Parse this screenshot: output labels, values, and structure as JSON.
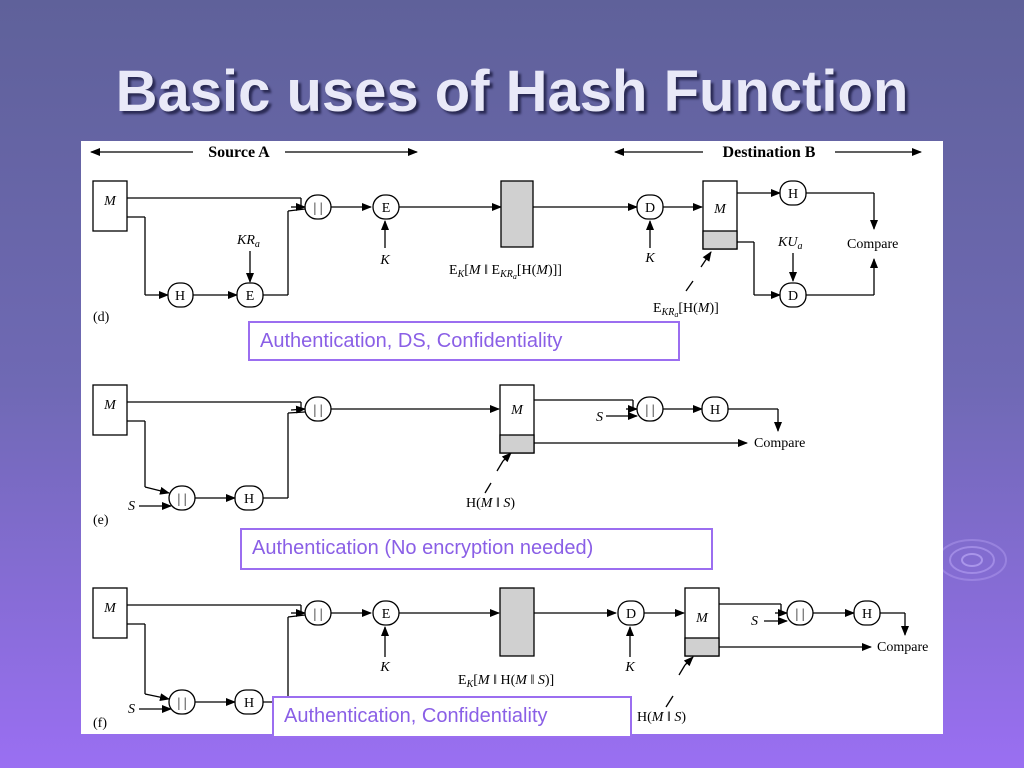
{
  "slide": {
    "title": "Basic uses of Hash Function"
  },
  "figure": {
    "source_label": "Source A",
    "destination_label": "Destination B",
    "operators": {
      "hash": "H",
      "encrypt": "E",
      "decrypt": "D",
      "concat": "| |",
      "compare": "Compare"
    },
    "symbols": {
      "message": "M",
      "key": "K",
      "secret": "S"
    },
    "panels": [
      {
        "label": "(d)",
        "key_label": "KR",
        "key_sub": "a",
        "pub_key_label": "KU",
        "pub_key_sub": "a",
        "cipher_formula": "E_K[M || E_KRa[H(M)]]",
        "signature_formula": "E_KRa[H(M)]",
        "caption": "Authentication, DS, Confidentiality"
      },
      {
        "label": "(e)",
        "hash_formula": "H(M || S)",
        "caption": "Authentication (No encryption needed)"
      },
      {
        "label": "(f)",
        "cipher_formula": "E_K[M || H(M || S)]",
        "hash_formula": "H(M || S)",
        "caption": "Authentication, Confidentiality"
      }
    ]
  },
  "colors": {
    "caption_border": "#9b6ef0",
    "caption_text": "#8a5fe6",
    "box_fill": "#d0d0d0"
  }
}
